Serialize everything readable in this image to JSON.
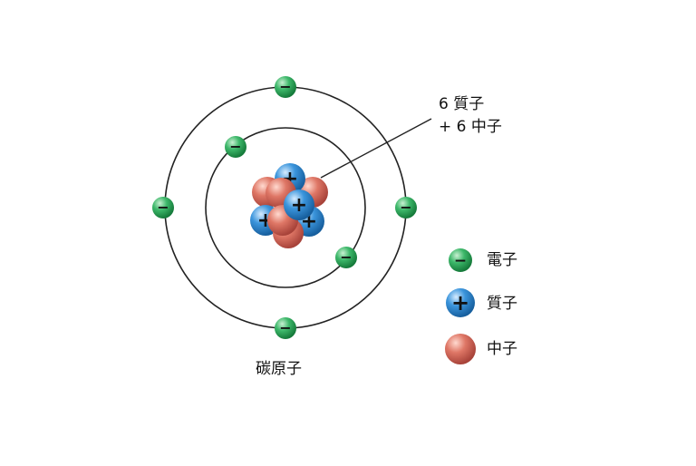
{
  "diagram": {
    "caption": "碳原子",
    "nucleus_label_line1": "6 質子",
    "nucleus_label_line2": "+ 6 中子",
    "electron_sign": "−",
    "proton_sign": "+",
    "legend": [
      {
        "symbol": "electron",
        "label": "電子"
      },
      {
        "symbol": "proton",
        "label": "質子"
      },
      {
        "symbol": "neutron",
        "label": "中子"
      }
    ],
    "counts": {
      "protons": 6,
      "neutrons": 6,
      "electrons": 6,
      "inner_shell_electrons": 2,
      "outer_shell_electrons": 4
    },
    "colors": {
      "electron": "#2ea55a",
      "proton": "#2f86cf",
      "neutron": "#d9695e",
      "orbit": "#222222"
    }
  }
}
